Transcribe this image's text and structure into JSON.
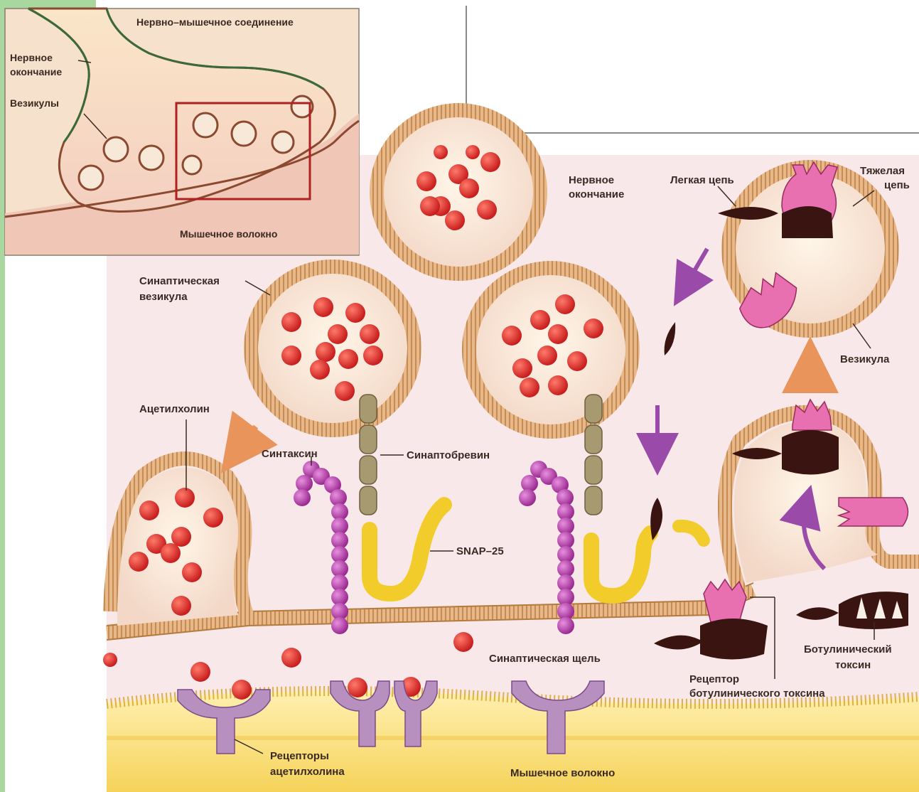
{
  "inset": {
    "title": "Нервно–мышечное соединение",
    "nerve_ending_l1": "Нервное",
    "nerve_ending_l2": "окончание",
    "vesicles": "Везикулы",
    "muscle_fiber": "Мышечное волокно"
  },
  "main": {
    "nerve_ending_l1": "Нервное",
    "nerve_ending_l2": "окончание",
    "light_chain": "Легкая цепь",
    "heavy_chain_l1": "Тяжелая",
    "heavy_chain_l2": "цепь",
    "synaptic_vesicle_l1": "Синаптическая",
    "synaptic_vesicle_l2": "везикула",
    "vesicle": "Везикула",
    "acetylcholine": "Ацетилхолин",
    "syntaxin": "Синтаксин",
    "synaptobrevin": "Синаптобревин",
    "snap25": "SNAP–25",
    "synaptic_cleft": "Синаптическая щель",
    "botulinum_toxin_l1": "Ботулинический",
    "botulinum_toxin_l2": "токсин",
    "toxin_receptor_l1": "Рецептор",
    "toxin_receptor_l2": "ботулинического токсина",
    "ach_receptors_l1": "Рецепторы",
    "ach_receptors_l2": "ацетилхолина",
    "muscle_fiber": "Мышечное волокно"
  },
  "colors": {
    "membrane": "#c98a4a",
    "acetylcholine": "#d8282a",
    "syntaxin": "#b042a8",
    "snap25": "#f2cc2a",
    "synaptobrevin": "#a89a70",
    "toxin_light": "#3a1410",
    "toxin_heavy": "#e870b0",
    "arrow": "#9a4aa8",
    "background_nerve": "#f8e8ea",
    "background_muscle": "#fae08a"
  }
}
